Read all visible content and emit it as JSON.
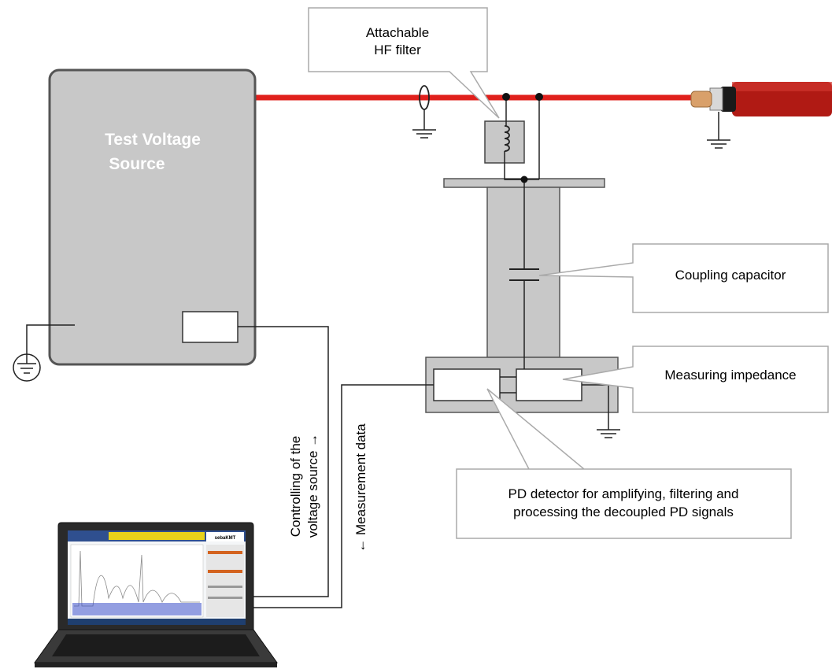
{
  "source": {
    "title_line1": "Test Voltage",
    "title_line2": "Source"
  },
  "callouts": {
    "hf_filter_line1": "Attachable",
    "hf_filter_line2": "HF filter",
    "coupling_capacitor": "Coupling capacitor",
    "measuring_impedance": "Measuring impedance",
    "pd_detector_line1": "PD detector for amplifying, filtering and",
    "pd_detector_line2": "processing the decoupled PD signals"
  },
  "signal_labels": {
    "control_line1": "Controlling of the",
    "control_line2": "voltage source →",
    "measurement": "← Measurement data"
  },
  "laptop_screen": {
    "brand": "sebaKMT"
  },
  "colors": {
    "hv_line": "#e0201c",
    "box_fill": "#c8c8c8",
    "box_stroke": "#555555",
    "cable_red": "#b01a14",
    "copper": "#d9a06a"
  },
  "icons": [
    "ground-symbol",
    "protective-earth-symbol",
    "current-transformer-symbol",
    "inductor-symbol",
    "capacitor-symbol"
  ]
}
